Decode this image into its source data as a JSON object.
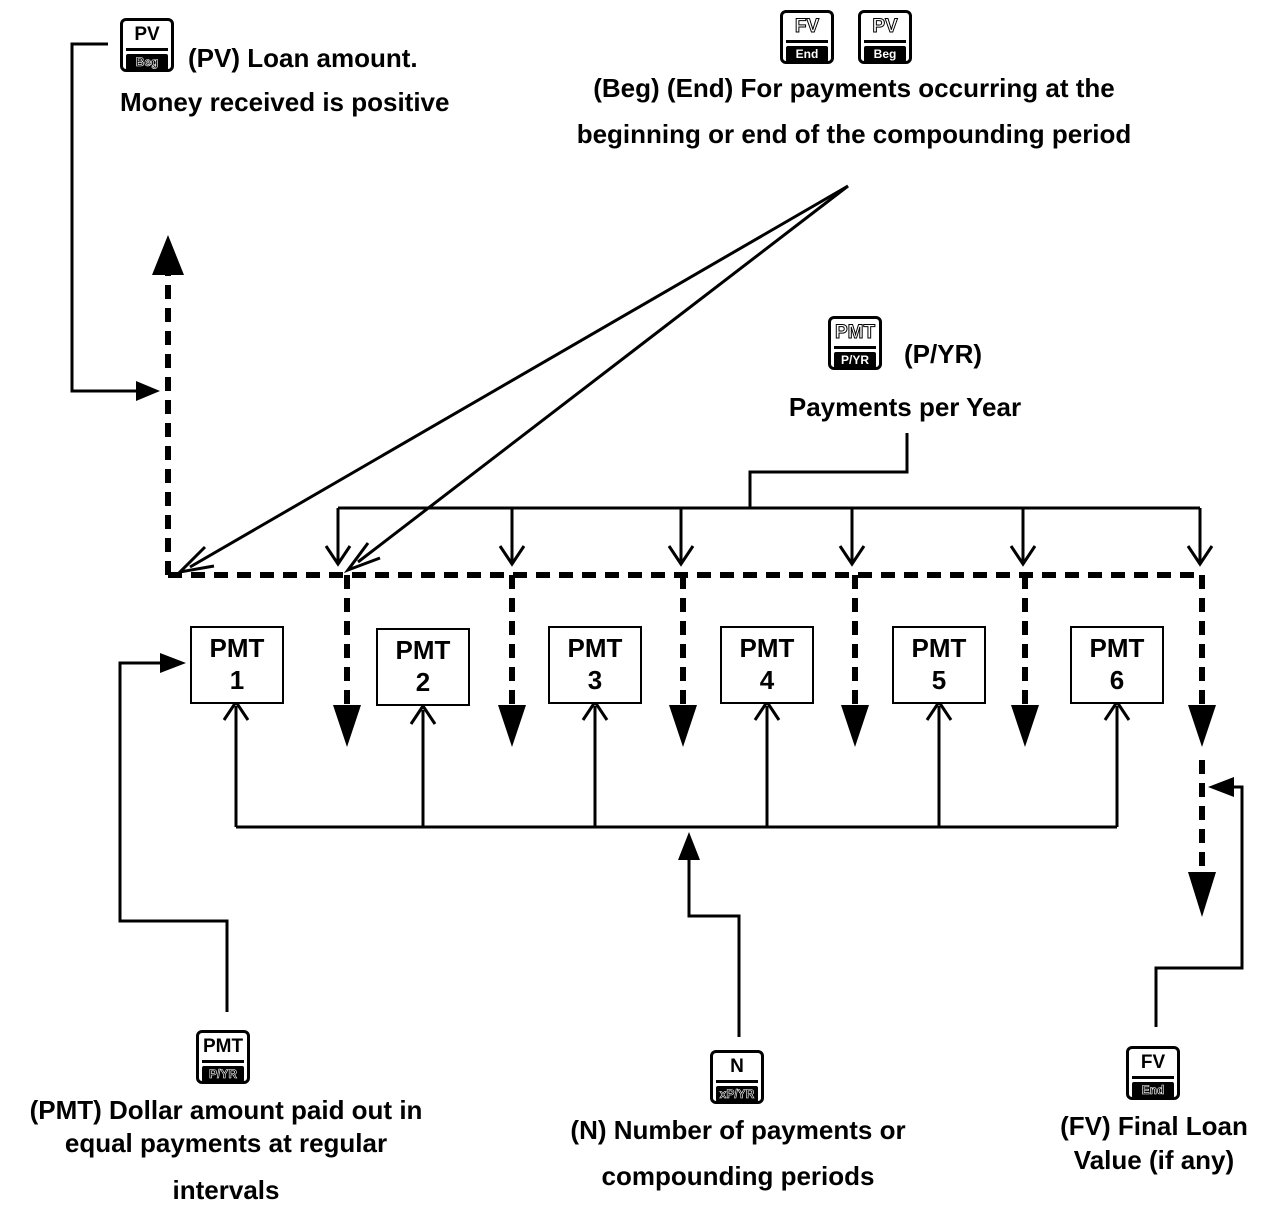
{
  "pv_note": {
    "key_top": "PV",
    "key_bottom": "Beg",
    "line1": "(PV) Loan amount.",
    "line2": "Money received is positive"
  },
  "beg_end_note": {
    "key1_top": "FV",
    "key1_bottom": "End",
    "key2_top": "PV",
    "key2_bottom": "Beg",
    "line1": "(Beg) (End) For payments occurring at the",
    "line2": "beginning or end of the compounding period"
  },
  "pyr_note": {
    "key_top": "PMT",
    "key_bottom": "P/YR",
    "line1": "(P/YR)",
    "line2": "Payments per Year"
  },
  "payments": [
    {
      "label": "PMT",
      "number": "1"
    },
    {
      "label": "PMT",
      "number": "2"
    },
    {
      "label": "PMT",
      "number": "3"
    },
    {
      "label": "PMT",
      "number": "4"
    },
    {
      "label": "PMT",
      "number": "5"
    },
    {
      "label": "PMT",
      "number": "6"
    }
  ],
  "pmt_note": {
    "key_top": "PMT",
    "key_bottom": "P/YR",
    "line1": "(PMT) Dollar amount paid out in",
    "line2": "equal payments at regular",
    "line3": "intervals"
  },
  "n_note": {
    "key_top": "N",
    "key_bottom": "xP/YR",
    "line1": "(N) Number of payments or",
    "line2": "compounding periods"
  },
  "fv_note": {
    "key_top": "FV",
    "key_bottom": "End",
    "line1": "(FV) Final Loan",
    "line2": "Value  (if any)"
  }
}
